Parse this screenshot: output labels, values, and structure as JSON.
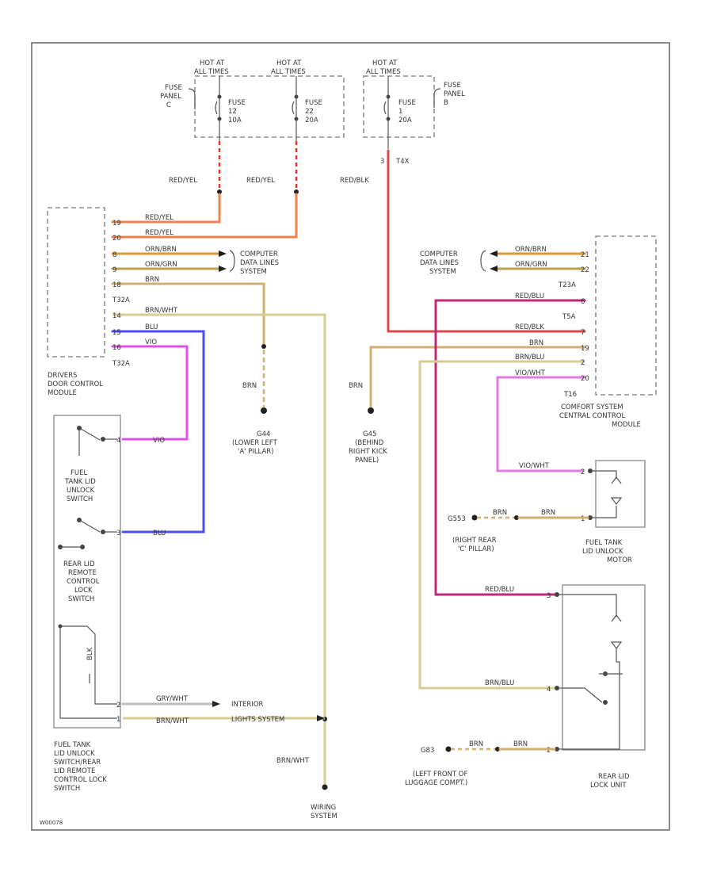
{
  "fuse_panel_c": {
    "hot1": [
      "HOT AT",
      "ALL TIMES"
    ],
    "hot2": [
      "HOT AT",
      "ALL TIMES"
    ],
    "panel_label": [
      "FUSE",
      "PANEL",
      "C"
    ],
    "fuse1": [
      "FUSE",
      "12",
      "10A"
    ],
    "fuse2": [
      "FUSE",
      "22",
      "20A"
    ]
  },
  "fuse_panel_b": {
    "hot": [
      "HOT AT",
      "ALL TIMES"
    ],
    "panel_label": [
      "FUSE",
      "PANEL",
      "B"
    ],
    "fuse": [
      "FUSE",
      "1",
      "20A"
    ],
    "connector": "T4X",
    "pin": "3"
  },
  "wires": {
    "red_yel_1": "RED/YEL",
    "red_yel_2": "RED/YEL",
    "red_blk": "RED/BLK",
    "brn": "BRN",
    "brn_right": "BRN",
    "brn_wht_main": "BRN/WHT",
    "gry_wht": "GRY/WHT"
  },
  "driver_module": {
    "pins": [
      "19",
      "20",
      "8",
      "9",
      "18",
      "14",
      "15",
      "16"
    ],
    "labels": [
      "RED/YEL",
      "RED/YEL",
      "ORN/BRN",
      "ORN/GRN",
      "BRN",
      "BRN/WHT",
      "BLU",
      "VIO"
    ],
    "connectors": [
      "T32A",
      "T32A"
    ],
    "name": [
      "DRIVERS",
      "DOOR CONTROL",
      "MODULE"
    ],
    "data_lines": [
      "COMPUTER",
      "DATA LINES",
      "SYSTEM"
    ]
  },
  "ground_left": [
    "G44",
    "(LOWER LEFT",
    "'A' PILLAR)"
  ],
  "ground_mid": [
    "G45",
    "(BEHIND",
    "RIGHT KICK",
    "PANEL)"
  ],
  "comfort_module": {
    "pins": [
      "21",
      "22",
      "6",
      "7",
      "19",
      "2",
      "20"
    ],
    "labels": [
      "ORN/BRN",
      "ORN/GRN",
      "RED/BLU",
      "RED/BLK",
      "BRN",
      "BRN/BLU",
      "VIO/WHT"
    ],
    "connectors": [
      "T23A",
      "T5A",
      "T16"
    ],
    "name": [
      "COMFORT SYSTEM",
      "CENTRAL CONTROL",
      "MODULE"
    ],
    "data_lines": [
      "COMPUTER",
      "DATA LINES",
      "SYSTEM"
    ]
  },
  "switch": {
    "fuel_label": [
      "FUEL",
      "TANK LID",
      "UNLOCK",
      "SWITCH"
    ],
    "rear_label": [
      "REAR LID",
      "REMOTE",
      "CONTROL",
      "LOCK",
      "SWITCH"
    ],
    "pins": [
      "4",
      "3",
      "2",
      "1"
    ],
    "vio": "VIO",
    "blu": "BLU",
    "blk": "BLK",
    "name": [
      "FUEL TANK",
      "LID UNLOCK",
      "SWITCH/REAR",
      "LID REMOTE",
      "CONTROL LOCK",
      "SWITCH"
    ]
  },
  "interior": [
    "INTERIOR",
    "LIGHTS SYSTEM"
  ],
  "wiring_system": [
    "WIRING",
    "SYSTEM"
  ],
  "fuel_motor": {
    "wire_top": "VIO/WHT",
    "pins": [
      "2",
      "1"
    ],
    "ground": "G553",
    "brn_a": "BRN",
    "brn_b": "BRN",
    "ground_loc": [
      "(RIGHT REAR",
      "'C' PILLAR)"
    ],
    "name": [
      "FUEL TANK",
      "LID UNLOCK",
      "MOTOR"
    ]
  },
  "rear_lock": {
    "pins": [
      "3",
      "4",
      "2"
    ],
    "wire_top": "RED/BLU",
    "wire_mid": "BRN/BLU",
    "ground": "G83",
    "brn_a": "BRN",
    "brn_b": "BRN",
    "ground_loc": [
      "(LEFT FRONT OF",
      "LUGGAGE COMPT.)"
    ],
    "name": [
      "REAR LID",
      "LOCK UNIT"
    ]
  },
  "figure_id": "W00078"
}
